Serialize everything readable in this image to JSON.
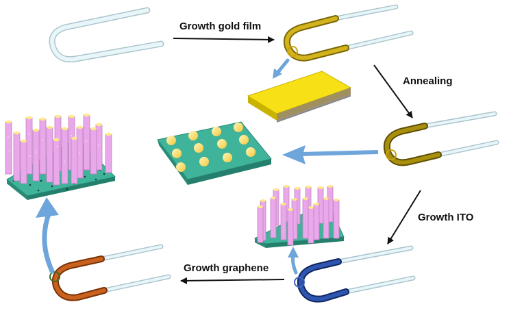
{
  "steps": {
    "gold_film": "Growth gold film",
    "annealing": "Annealing",
    "ito": "Growth ITO",
    "graphene": "Growth graphene"
  },
  "colors": {
    "bare_fiber": "#d8ecf2",
    "gold_coating": "#b59a12",
    "annealed_coating": "#8a7410",
    "ito_coating": "#1e3f8c",
    "graphene_coating": "#b0561a",
    "gold_film": "#f7e016",
    "substrate": "#3fb49a",
    "nanoparticle": "#fde88a",
    "nanorod": "#e8a8ea",
    "black_arrow": "#111111",
    "blue_arrow": "#6ea5da"
  },
  "icons": [
    "u-fiber-icon",
    "gold-film-plate-icon",
    "nanoparticle-plate-icon",
    "ito-nanorod-array-icon",
    "graphene-nanorod-array-icon"
  ]
}
